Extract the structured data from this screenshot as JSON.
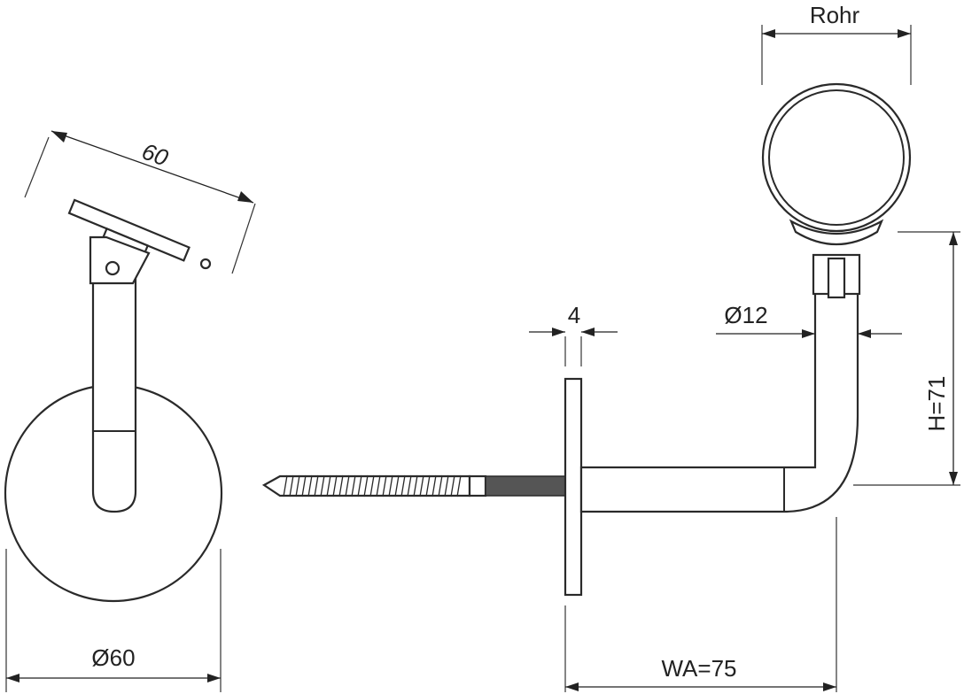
{
  "dimensions": {
    "plate_length": "60",
    "rosette_diameter": "Ø60",
    "plate_thickness": "4",
    "bar_diameter": "Ø12",
    "height": "H=71",
    "wall_distance": "WA=75",
    "tube": "Rohr"
  }
}
